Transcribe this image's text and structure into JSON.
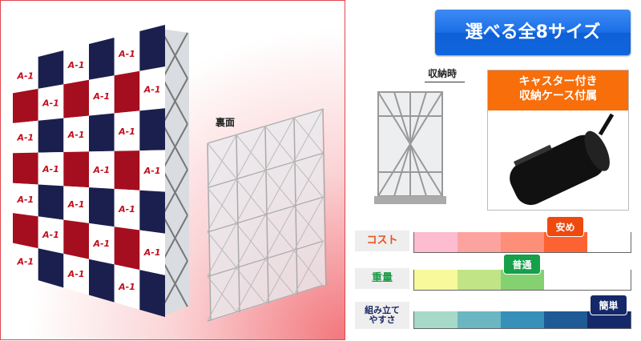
{
  "labels": {
    "back": "裏面",
    "storage": "収納時",
    "banner_logo": "A-1"
  },
  "size_button": "選べる全8サイズ",
  "case_header": [
    "キャスター付き",
    "収納ケース付属"
  ],
  "ratings": [
    {
      "label": "コスト",
      "level": 4,
      "max": 5,
      "badge": "安め",
      "label_color": "#e8501a",
      "badge_color": "#ee4a10",
      "colors": [
        "#fdbccf",
        "#fca39f",
        "#fd8f78",
        "#fd6233",
        "#ffffff"
      ]
    },
    {
      "label": "重量",
      "level": 3,
      "max": 5,
      "badge": "普通",
      "label_color": "#1f9a4a",
      "badge_color": "#16a04a",
      "colors": [
        "#f7f99a",
        "#c1e486",
        "#84d171",
        "#ffffff",
        "#ffffff"
      ]
    },
    {
      "label": "組み立てやすさ",
      "label_lines": [
        "組み立て",
        "やすさ"
      ],
      "level": 5,
      "max": 5,
      "badge": "簡単",
      "label_color": "#1b2a63",
      "badge_color": "#15296a",
      "colors": [
        "#a7d9c9",
        "#6bb6c3",
        "#3690ba",
        "#1d5a96",
        "#15296a"
      ]
    }
  ],
  "colors": {
    "navy": "#1a1f4e",
    "red": "#a50e1e",
    "accent_blue": "#1a6fe6",
    "orange": "#f76e0a"
  }
}
